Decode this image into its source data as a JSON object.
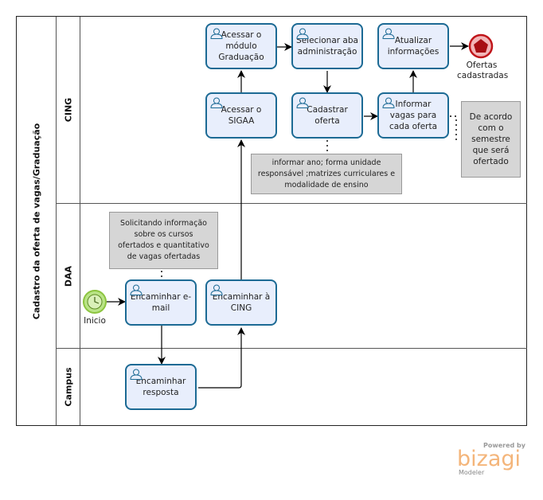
{
  "pool": {
    "title": "Cadastro da oferta de vagas/Graduação"
  },
  "lanes": [
    {
      "name": "CING"
    },
    {
      "name": "DAA"
    },
    {
      "name": "Campus"
    }
  ],
  "tasks": {
    "acessar_modulo": "Acessar o módulo Graduação",
    "selecionar_aba": "Selecionar aba administração",
    "atualizar": "Atualizar informações",
    "acessar_sigaa": "Acessar o SIGAA",
    "cadastrar_oferta": "Cadastrar oferta",
    "informar_vagas": "Informar vagas para cada oferta",
    "encaminhar_email": "Encaminhar e-mail",
    "encaminhar_cing": "Encaminhar à CING",
    "encaminhar_resposta": "Encaminhar resposta"
  },
  "events": {
    "start": {
      "label": "Inicio",
      "type": "timer-start",
      "color": "#9fd35f"
    },
    "end": {
      "label": "Ofertas cadastradas",
      "type": "end",
      "color": "#c0151a"
    }
  },
  "annotations": {
    "cadastrar_note": "informar ano; forma unidade responsável ;matrizes curriculares e modalidade de ensino",
    "vagas_note": "De acordo com o semestre que será ofertado",
    "email_note": "Solicitando informação sobre os cursos ofertados e quantitativo de vagas ofertadas"
  },
  "branding": {
    "powered_by": "Powered by",
    "brand": "bizagi",
    "product": "Modeler"
  }
}
